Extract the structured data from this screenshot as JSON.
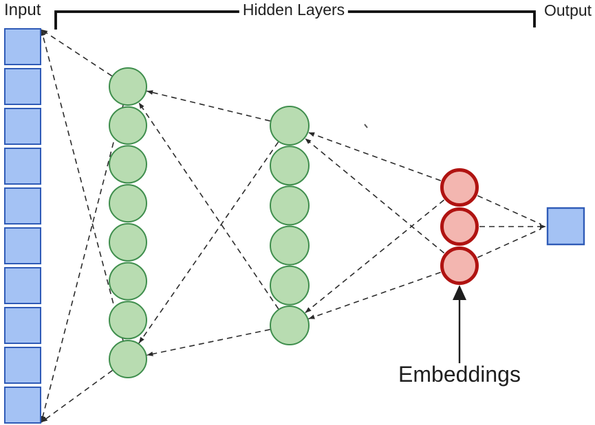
{
  "labels": {
    "input": "Input",
    "hidden_layers": "Hidden Layers",
    "output": "Output",
    "embeddings": "Embeddings"
  },
  "network": {
    "input_nodes": 10,
    "hidden_layer_1_nodes": 8,
    "hidden_layer_2_nodes": 6,
    "embedding_nodes": 3,
    "output_nodes": 1,
    "connections": [
      {
        "from": "h1.0",
        "to": "in.top"
      },
      {
        "from": "h1.7",
        "to": "in.top"
      },
      {
        "from": "h1.0",
        "to": "in.bottom"
      },
      {
        "from": "h1.7",
        "to": "in.bottom"
      },
      {
        "from": "h2.0",
        "to": "h1.0"
      },
      {
        "from": "h2.5",
        "to": "h1.0"
      },
      {
        "from": "h2.0",
        "to": "h1.7"
      },
      {
        "from": "h2.5",
        "to": "h1.7"
      },
      {
        "from": "e.0",
        "to": "h2.0"
      },
      {
        "from": "e.2",
        "to": "h2.0"
      },
      {
        "from": "e.0",
        "to": "h2.5"
      },
      {
        "from": "e.2",
        "to": "h2.5"
      },
      {
        "from": "e.0",
        "to": "out",
        "arrow": false
      },
      {
        "from": "e.1",
        "to": "out"
      },
      {
        "from": "e.2",
        "to": "out",
        "arrow": false
      }
    ]
  },
  "colors": {
    "input_fill": "#a4c2f4",
    "input_stroke": "#2f5bb7",
    "hidden_fill": "#b8dcb1",
    "hidden_stroke": "#3f8e4d",
    "embedding_fill": "#f3b6b0",
    "embedding_stroke": "#b01311",
    "edge": "#2b2b2b",
    "bracket": "#0d0d0d",
    "arrow": "#1e1e1e",
    "text": "#1f1f1f"
  }
}
